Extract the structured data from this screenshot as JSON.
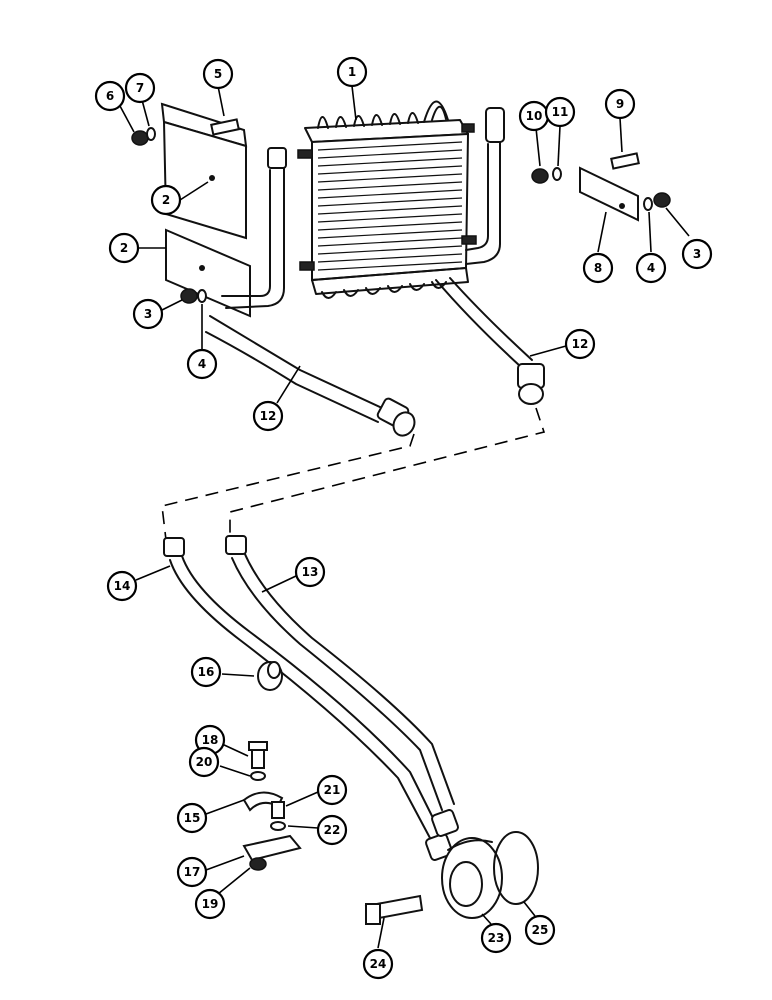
{
  "diagram": {
    "callouts": [
      {
        "id": "c1",
        "label": "1"
      },
      {
        "id": "c2a",
        "label": "2"
      },
      {
        "id": "c2b",
        "label": "2"
      },
      {
        "id": "c3a",
        "label": "3"
      },
      {
        "id": "c3b",
        "label": "3"
      },
      {
        "id": "c4a",
        "label": "4"
      },
      {
        "id": "c4b",
        "label": "4"
      },
      {
        "id": "c5",
        "label": "5"
      },
      {
        "id": "c6",
        "label": "6"
      },
      {
        "id": "c7",
        "label": "7"
      },
      {
        "id": "c8",
        "label": "8"
      },
      {
        "id": "c9",
        "label": "9"
      },
      {
        "id": "c10",
        "label": "10"
      },
      {
        "id": "c11",
        "label": "11"
      },
      {
        "id": "c12a",
        "label": "12"
      },
      {
        "id": "c12b",
        "label": "12"
      },
      {
        "id": "c13",
        "label": "13"
      },
      {
        "id": "c14",
        "label": "14"
      },
      {
        "id": "c15",
        "label": "15"
      },
      {
        "id": "c16",
        "label": "16"
      },
      {
        "id": "c17",
        "label": "17"
      },
      {
        "id": "c18",
        "label": "18"
      },
      {
        "id": "c19",
        "label": "19"
      },
      {
        "id": "c20",
        "label": "20"
      },
      {
        "id": "c21",
        "label": "21"
      },
      {
        "id": "c22",
        "label": "22"
      },
      {
        "id": "c23",
        "label": "23"
      },
      {
        "id": "c24",
        "label": "24"
      },
      {
        "id": "c25",
        "label": "25"
      }
    ]
  }
}
